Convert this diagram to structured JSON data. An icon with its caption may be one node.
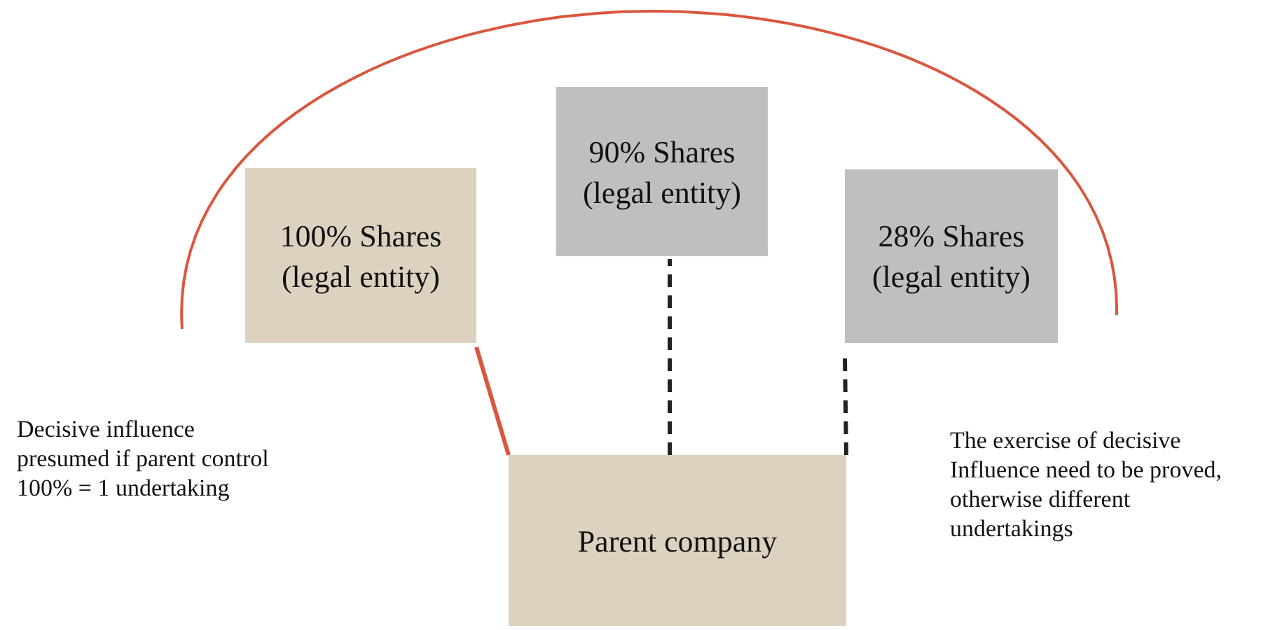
{
  "diagram": {
    "nodes": [
      {
        "text": [
          "100% Shares (legal entity)"
        ]
      },
      {
        "text": [
          "90% Shares (legal entity)"
        ]
      },
      {
        "text": [
          "28% Shares (legal entity)"
        ]
      },
      {
        "text": [
          "Parent company"
        ]
      }
    ],
    "edges": [
      {
        "from": 3,
        "to": 0,
        "arrow": "none",
        "color": "#d9573f"
      },
      {
        "from": 3,
        "to": 1,
        "arrow": "none",
        "style": "dashed"
      },
      {
        "from": 3,
        "to": 2,
        "arrow": "none",
        "style": "dashed"
      }
    ],
    "labels": [
      "Decisive influence presumed if parent control 100% = 1 undertaking",
      "The exercise of decisive Influence need to be proved, otherwise different undertakings"
    ]
  }
}
